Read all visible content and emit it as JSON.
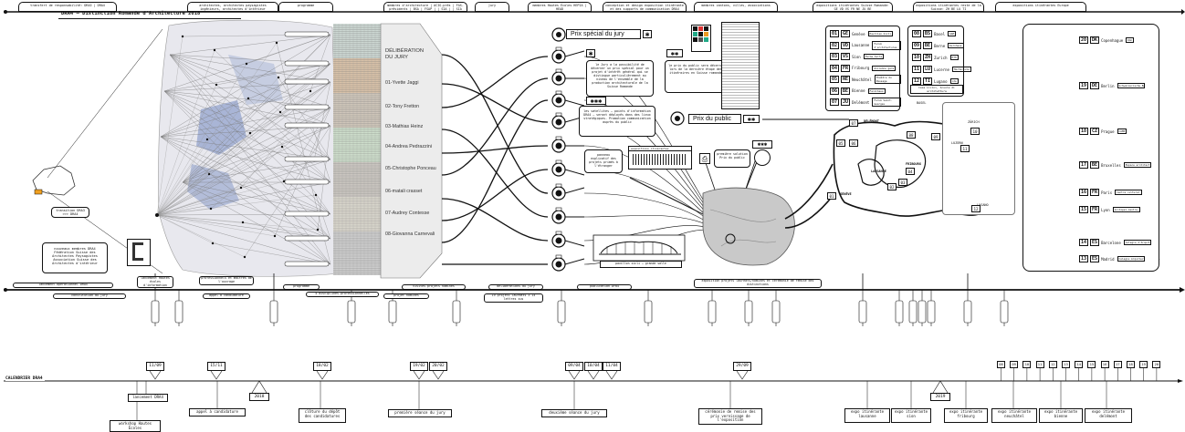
{
  "header": {
    "doc_title": "DRA4 – Distinction Romande d'Architecture 2018",
    "top_tabs": [
      "transfert de responsabilité: DRA3 | DRA4",
      "architectes, architectes paysagistes ingénieurs, architectes d'intérieur",
      "programme",
      "membres d'architecture | ACIG-prés | FAS-présidents | BSA | FSAP | | SIA | | SIA ingénieurs",
      "jury",
      "membres Hautes Écoles HEPIA | HEAD",
      "conception et design exposition itinérante et des supports de communication DRA4",
      "membres cantons, villes, associations",
      "expositions itinérantes Suisse Romande: GE VD VS FR NE JU BE",
      "expositions itinérantes reste de la Suisse: ZH BE LU TI",
      "expositions itinérantes Europe"
    ]
  },
  "left": {
    "transition_label": "transition DRA3 >>> DRA4",
    "new_members_label": "nouveaux membres DRA4 Fédération Suisse des Architectes Paysagistes Association Suisse des Architectes d'intérieur"
  },
  "jury": {
    "deliberation_label": "DÉLIBÉRATION DU JURY",
    "members": [
      "01-Yvette Jaggi",
      "02-Tony Fretton",
      "03-Mathias Heinz",
      "04-Andrea Pedrazzini",
      "05-Christophe Ponceau",
      "06-matali crasset",
      "07-Audrey Contesse",
      "08-Giovanna Carnevali"
    ]
  },
  "prizes": {
    "special_jury": "Prix spécial du jury",
    "public": "Prix du public",
    "note_star1": "le Jury a la possibilité de décerner un prix spécial pour un projet d'intérêt général qui se distingue particulièrement au niveau de l'ensemble de la production architecturale de la Suisse Romande",
    "note_star2": "le prix du public sera décerné lors de la dernière étape des itinéraires en Suisse romande",
    "note_star3": "les satellites – points d'information DRA4 – seront déployés dans des lieux stratégiques. Promotion communication auprès du public",
    "panneau": "panneau explicatif des projets primés à l'étranger",
    "premiere": "première solution Prix du public",
    "pavillon": "pavillon itinérant",
    "pavillon_caption": "pavillon sicli – grande salle"
  },
  "swiss_expos": {
    "title": "expositions itinérantes Suisse Romande",
    "rows": [
      {
        "n": "01",
        "code": "GE",
        "name": "Genève",
        "venue": "Pavillon Sicli"
      },
      {
        "n": "02",
        "code": "VD",
        "name": "Lausanne",
        "venue": "Forum d'architectures"
      },
      {
        "n": "03",
        "code": "VS",
        "name": "Sion",
        "venue": "Ferme Asile"
      },
      {
        "n": "04",
        "code": "FR",
        "name": "Fribourg",
        "venue": "Ancienne gare"
      },
      {
        "n": "05",
        "code": "NE",
        "name": "Neuchâtel",
        "venue": "Théâtre du Passage"
      },
      {
        "n": "06",
        "code": "BE",
        "name": "Bienne",
        "venue": "Farelhaus"
      },
      {
        "n": "07",
        "code": "JU",
        "name": "Delémont",
        "venue": "Forum Saint-Georges"
      }
    ]
  },
  "rest_expos": {
    "rows": [
      {
        "n": "08",
        "code": "BS",
        "name": "Basel",
        "venue": "SAM"
      },
      {
        "n": "09",
        "code": "BE",
        "name": "Berne",
        "venue": "Kornhaus"
      },
      {
        "n": "10",
        "code": "ZH",
        "name": "Zurich",
        "venue": "ETH"
      },
      {
        "n": "11",
        "code": "LU",
        "name": "Lucerne",
        "venue": "Hochschule"
      },
      {
        "n": "12",
        "code": "TI",
        "name": "Lugano",
        "venue": "i2a"
      }
    ],
    "footer": "Casa Licini, Scuola di architettura"
  },
  "europe_expos": {
    "rows": [
      {
        "n": "20",
        "code": "DK",
        "name": "Copenhague",
        "venue": "DAC"
      },
      {
        "n": "19",
        "code": "DE",
        "name": "Berlin",
        "venue": "Schweizerische Botschaft"
      },
      {
        "n": "18",
        "code": "CZ",
        "name": "Prague",
        "venue": "CAMP"
      },
      {
        "n": "17",
        "code": "BE",
        "name": "Bruxelles",
        "venue": "Espace architecture La Cambre"
      },
      {
        "n": "16",
        "code": "FR",
        "name": "Paris",
        "venue": "Centre culturel suisse"
      },
      {
        "n": "15",
        "code": "FR",
        "name": "Lyon",
        "venue": "Archipel Centre de Culture"
      },
      {
        "n": "14",
        "code": "ES",
        "name": "Barcelone",
        "venue": "Colegio d'Arquitectes"
      },
      {
        "n": "13",
        "code": "ES",
        "name": "Madrid",
        "venue": "Colegio Arquitectos"
      }
    ]
  },
  "map_labels": {
    "basel": "BASEL",
    "zurich": "ZÜRICH",
    "luzern": "LUZERN",
    "lugano": "LUGANO",
    "geneve": "GENÈVE",
    "fribourg": "FRIBOURG",
    "delemont": "DELÉMONT",
    "lausanne": "LAUSANNE"
  },
  "middle_timeline": {
    "labels_top": [
      "lancement opérationnel DRA4",
      "lancement Hautes écoles d'information",
      "constitution du jury",
      "professionnels et maîtres de l'ouvrage",
      "appel à candidature",
      "programme",
      "4 disciplines professionnelles",
      "visites projets nominés",
      "projet nominés",
      "délibérations du jury",
      "19 projets lauréats 3 14 lettres sus",
      "publication Dra4",
      "exposition projets lauréats/nominés et cérémonie de remise des distinctions"
    ]
  },
  "calendar": {
    "title": "CALENDRIER DRA4",
    "year_2018": "2018",
    "year_2019": "2019",
    "dates": [
      "11/09",
      "15/11",
      "18/02",
      "19/02",
      "20/02",
      "09/04",
      "10/04",
      "11/04",
      "29/09"
    ],
    "events": [
      "lancement DRA4",
      "workshop Hautes Écoles",
      "appel à candidature",
      "clôture du dépôt des candidatures",
      "première séance du jury",
      "deuxième séance du jury",
      "cérémonie de remise des prix vernissage de l'exposition",
      "expo itinérante lausanne",
      "expo itinérante sion",
      "expo itinérante fribourg",
      "expo itinérante neuchâtel",
      "expo itinérante bienne",
      "expo itinérante delémont"
    ],
    "right_markers": [
      "08",
      "09",
      "10",
      "11",
      "12",
      "13",
      "14",
      "15",
      "16",
      "17",
      "18",
      "19",
      "20"
    ]
  }
}
